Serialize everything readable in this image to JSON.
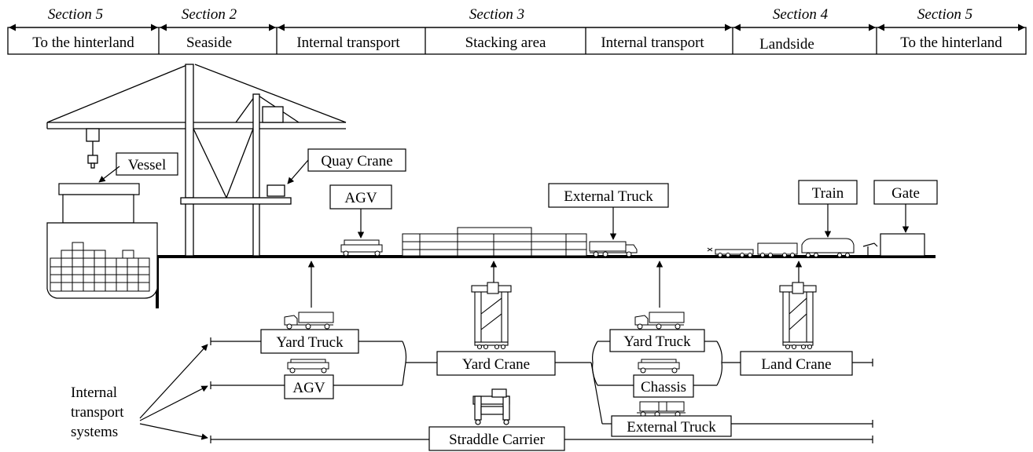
{
  "sections": [
    {
      "title": "Section 5",
      "label": "To the hinterland"
    },
    {
      "title": "Section 2",
      "label": "Seaside"
    },
    {
      "title": "Section 3",
      "labels": [
        "Internal transport",
        "Stacking area",
        "Internal transport"
      ]
    },
    {
      "title": "Section 4",
      "label": "Landside"
    },
    {
      "title": "Section 5",
      "label": "To the hinterland"
    }
  ],
  "port_labels": {
    "vessel": "Vessel",
    "quay_crane": "Quay Crane",
    "agv": "AGV",
    "external_truck": "External Truck",
    "train": "Train",
    "gate": "Gate"
  },
  "systems": {
    "yard_truck_left": "Yard Truck",
    "agv": "AGV",
    "yard_crane": "Yard Crane",
    "yard_truck_right": "Yard Truck",
    "chassis": "Chassis",
    "land_crane": "Land Crane",
    "external_truck": "External Truck",
    "straddle_carrier": "Straddle Carrier"
  },
  "legend": [
    "Internal",
    "transport",
    "systems"
  ]
}
